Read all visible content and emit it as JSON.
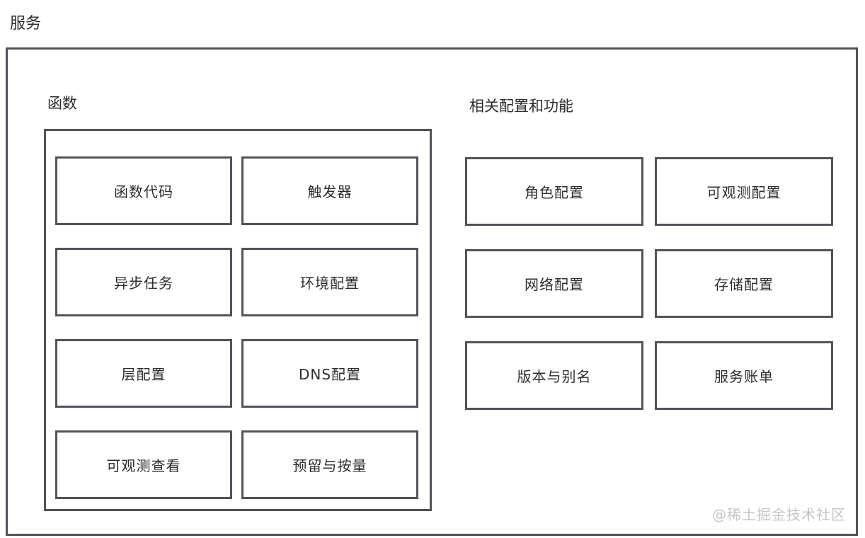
{
  "page": {
    "title": "服务",
    "watermark": "@稀土掘金技术社区"
  },
  "groups": [
    {
      "label": "函数",
      "items": [
        "函数代码",
        "触发器",
        "异步任务",
        "环境配置",
        "层配置",
        "DNS配置",
        "可观测查看",
        "预留与按量"
      ]
    },
    {
      "label": "相关配置和功能",
      "items": [
        "角色配置",
        "可观测配置",
        "网络配置",
        "存储配置",
        "版本与别名",
        "服务账单"
      ]
    }
  ],
  "colors": {
    "border": "#525358",
    "text": "#2d2d2f",
    "watermark": "#c4c4c4",
    "background": "#ffffff"
  }
}
